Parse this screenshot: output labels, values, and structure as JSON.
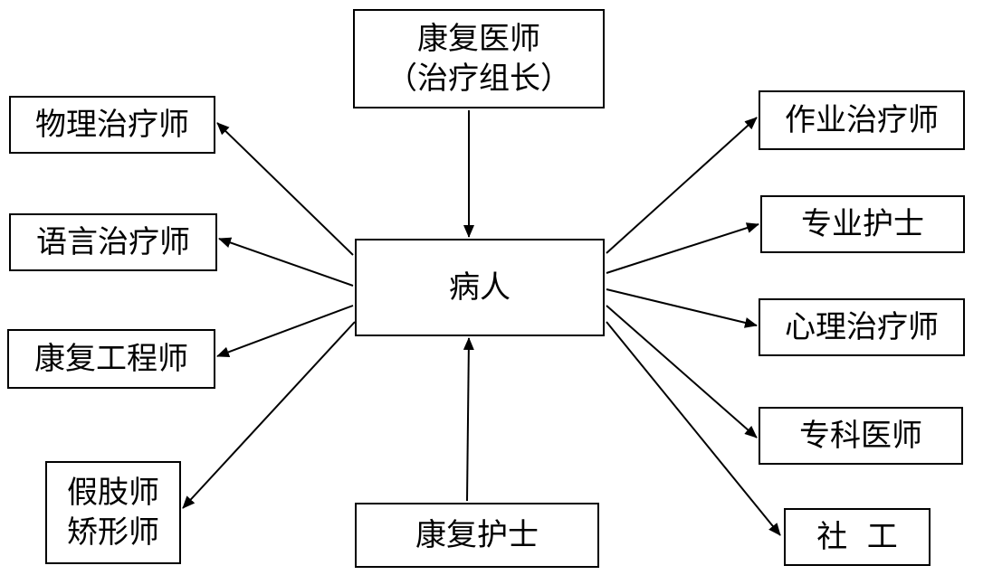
{
  "diagram": {
    "center": {
      "label": "病人"
    },
    "top": {
      "line1": "康复医师",
      "line2": "（治疗组长）"
    },
    "bottom": {
      "label": "康复护士"
    },
    "left": [
      {
        "id": "physical-therapist",
        "lines": [
          "物理治疗师"
        ]
      },
      {
        "id": "speech-therapist",
        "lines": [
          "语言治疗师"
        ]
      },
      {
        "id": "rehab-engineer",
        "lines": [
          "康复工程师"
        ]
      },
      {
        "id": "prosthetist-orthotist",
        "lines": [
          "假肢师",
          "矫形师"
        ]
      }
    ],
    "right": [
      {
        "id": "occupational-therapist",
        "lines": [
          "作业治疗师"
        ]
      },
      {
        "id": "specialist-nurse",
        "lines": [
          "专业护士"
        ]
      },
      {
        "id": "psychotherapist",
        "lines": [
          "心理治疗师"
        ]
      },
      {
        "id": "specialist-physician",
        "lines": [
          "专科医师"
        ]
      },
      {
        "id": "social-worker",
        "lines": [
          "社  工"
        ]
      }
    ],
    "edges": [
      {
        "from": "top",
        "to": "center"
      },
      {
        "from": "bottom",
        "to": "center"
      },
      {
        "from": "center",
        "to": "physical-therapist"
      },
      {
        "from": "center",
        "to": "speech-therapist"
      },
      {
        "from": "center",
        "to": "rehab-engineer"
      },
      {
        "from": "center",
        "to": "prosthetist-orthotist"
      },
      {
        "from": "center",
        "to": "occupational-therapist"
      },
      {
        "from": "center",
        "to": "specialist-nurse"
      },
      {
        "from": "center",
        "to": "psychotherapist"
      },
      {
        "from": "center",
        "to": "specialist-physician"
      },
      {
        "from": "center",
        "to": "social-worker"
      }
    ]
  }
}
